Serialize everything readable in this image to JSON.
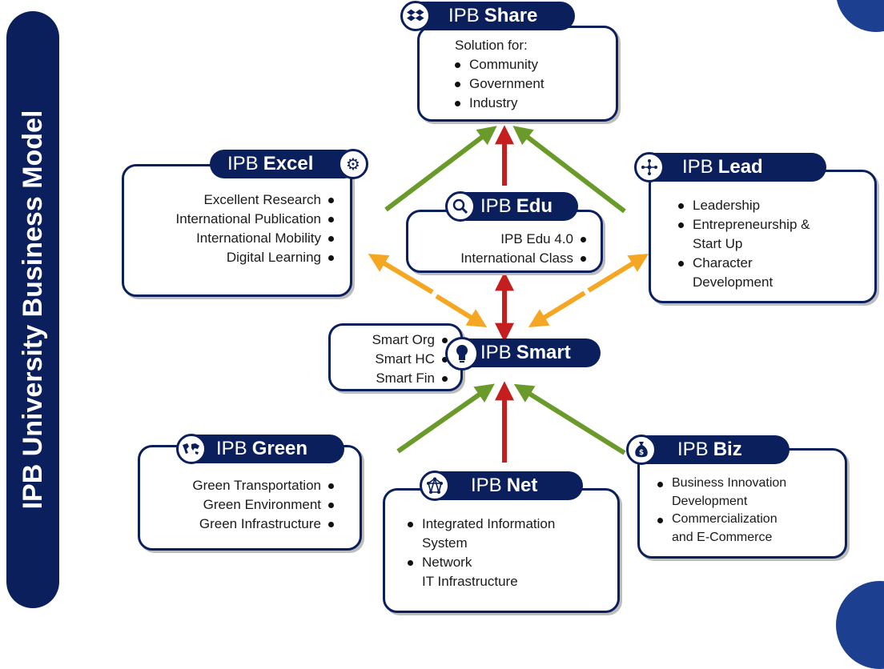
{
  "banner": {
    "title": "IPB University Business Model"
  },
  "nodes": {
    "share": {
      "prefix": "IPB",
      "name": "Share",
      "intro": "Solution for:",
      "items": [
        "Community",
        "Government",
        "Industry"
      ]
    },
    "excel": {
      "prefix": "IPB",
      "name": "Excel",
      "items": [
        "Excellent Research",
        "International Publication",
        "International Mobility",
        "Digital Learning"
      ]
    },
    "edu": {
      "prefix": "IPB",
      "name": "Edu",
      "items": [
        "IPB Edu 4.0",
        "International Class"
      ]
    },
    "lead": {
      "prefix": "IPB",
      "name": "Lead",
      "items": [
        {
          "line1": "Leadership"
        },
        {
          "line1": "Entrepreneurship &",
          "line2": "Start Up"
        },
        {
          "line1": "Character",
          "line2": "Development"
        }
      ]
    },
    "smart": {
      "prefix": "IPB",
      "name": "Smart",
      "items": [
        "Smart Org",
        "Smart HC",
        "Smart Fin"
      ]
    },
    "green": {
      "prefix": "IPB",
      "name": "Green",
      "items": [
        "Green Transportation",
        "Green Environment",
        "Green Infrastructure"
      ]
    },
    "net": {
      "prefix": "IPB",
      "name": "Net",
      "items": [
        {
          "line1": "Integrated Information",
          "line2": "System"
        },
        {
          "line1": "Network",
          "line2": "IT Infrastructure"
        }
      ]
    },
    "biz": {
      "prefix": "IPB",
      "name": "Biz",
      "items": [
        {
          "line1": "Business Innovation",
          "line2": "Development"
        },
        {
          "line1": "Commercialization",
          "line2": "and E-Commerce"
        }
      ]
    }
  },
  "colors": {
    "navy": "#0a1f5c",
    "green_arrow": "#6a9a2a",
    "red_arrow": "#c41e1e",
    "orange_arrow": "#f5a623"
  }
}
